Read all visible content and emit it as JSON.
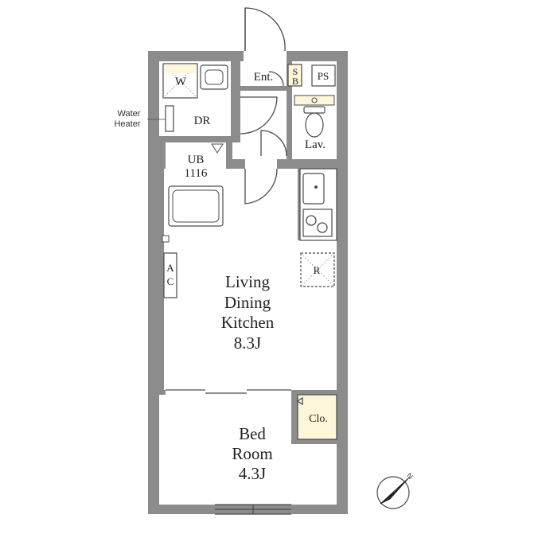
{
  "labels": {
    "water_heater_1": "Water",
    "water_heater_2": "Heater",
    "washer": "W",
    "dressing_room": "DR",
    "entrance": "Ent.",
    "shoe_box_1": "S",
    "shoe_box_2": "B",
    "pipe_space": "PS",
    "lavatory": "Lav.",
    "unit_bath_1": "UB",
    "unit_bath_2": "1116",
    "air_con_1": "A",
    "air_con_2": "C",
    "refrigerator": "R",
    "ldk_line1": "Living",
    "ldk_line2": "Dining",
    "ldk_line3": "Kitchen",
    "ldk_size": "8.3J",
    "closet": "Clo.",
    "bedroom_line1": "Bed",
    "bedroom_line2": "Room",
    "bedroom_size": "4.3J",
    "compass_north": "N"
  },
  "colors": {
    "wall": "#8c8c8c",
    "wall_edge": "#6f6f6f",
    "line": "#4a4a4a",
    "accent_storage": "#fdf6d8",
    "floor": "#ffffff"
  },
  "icons": {
    "compass": "north-arrow-icon",
    "toilet": "toilet-icon",
    "sink": "sink-icon",
    "stove": "stove-icon",
    "bathtub": "bathtub-icon"
  }
}
